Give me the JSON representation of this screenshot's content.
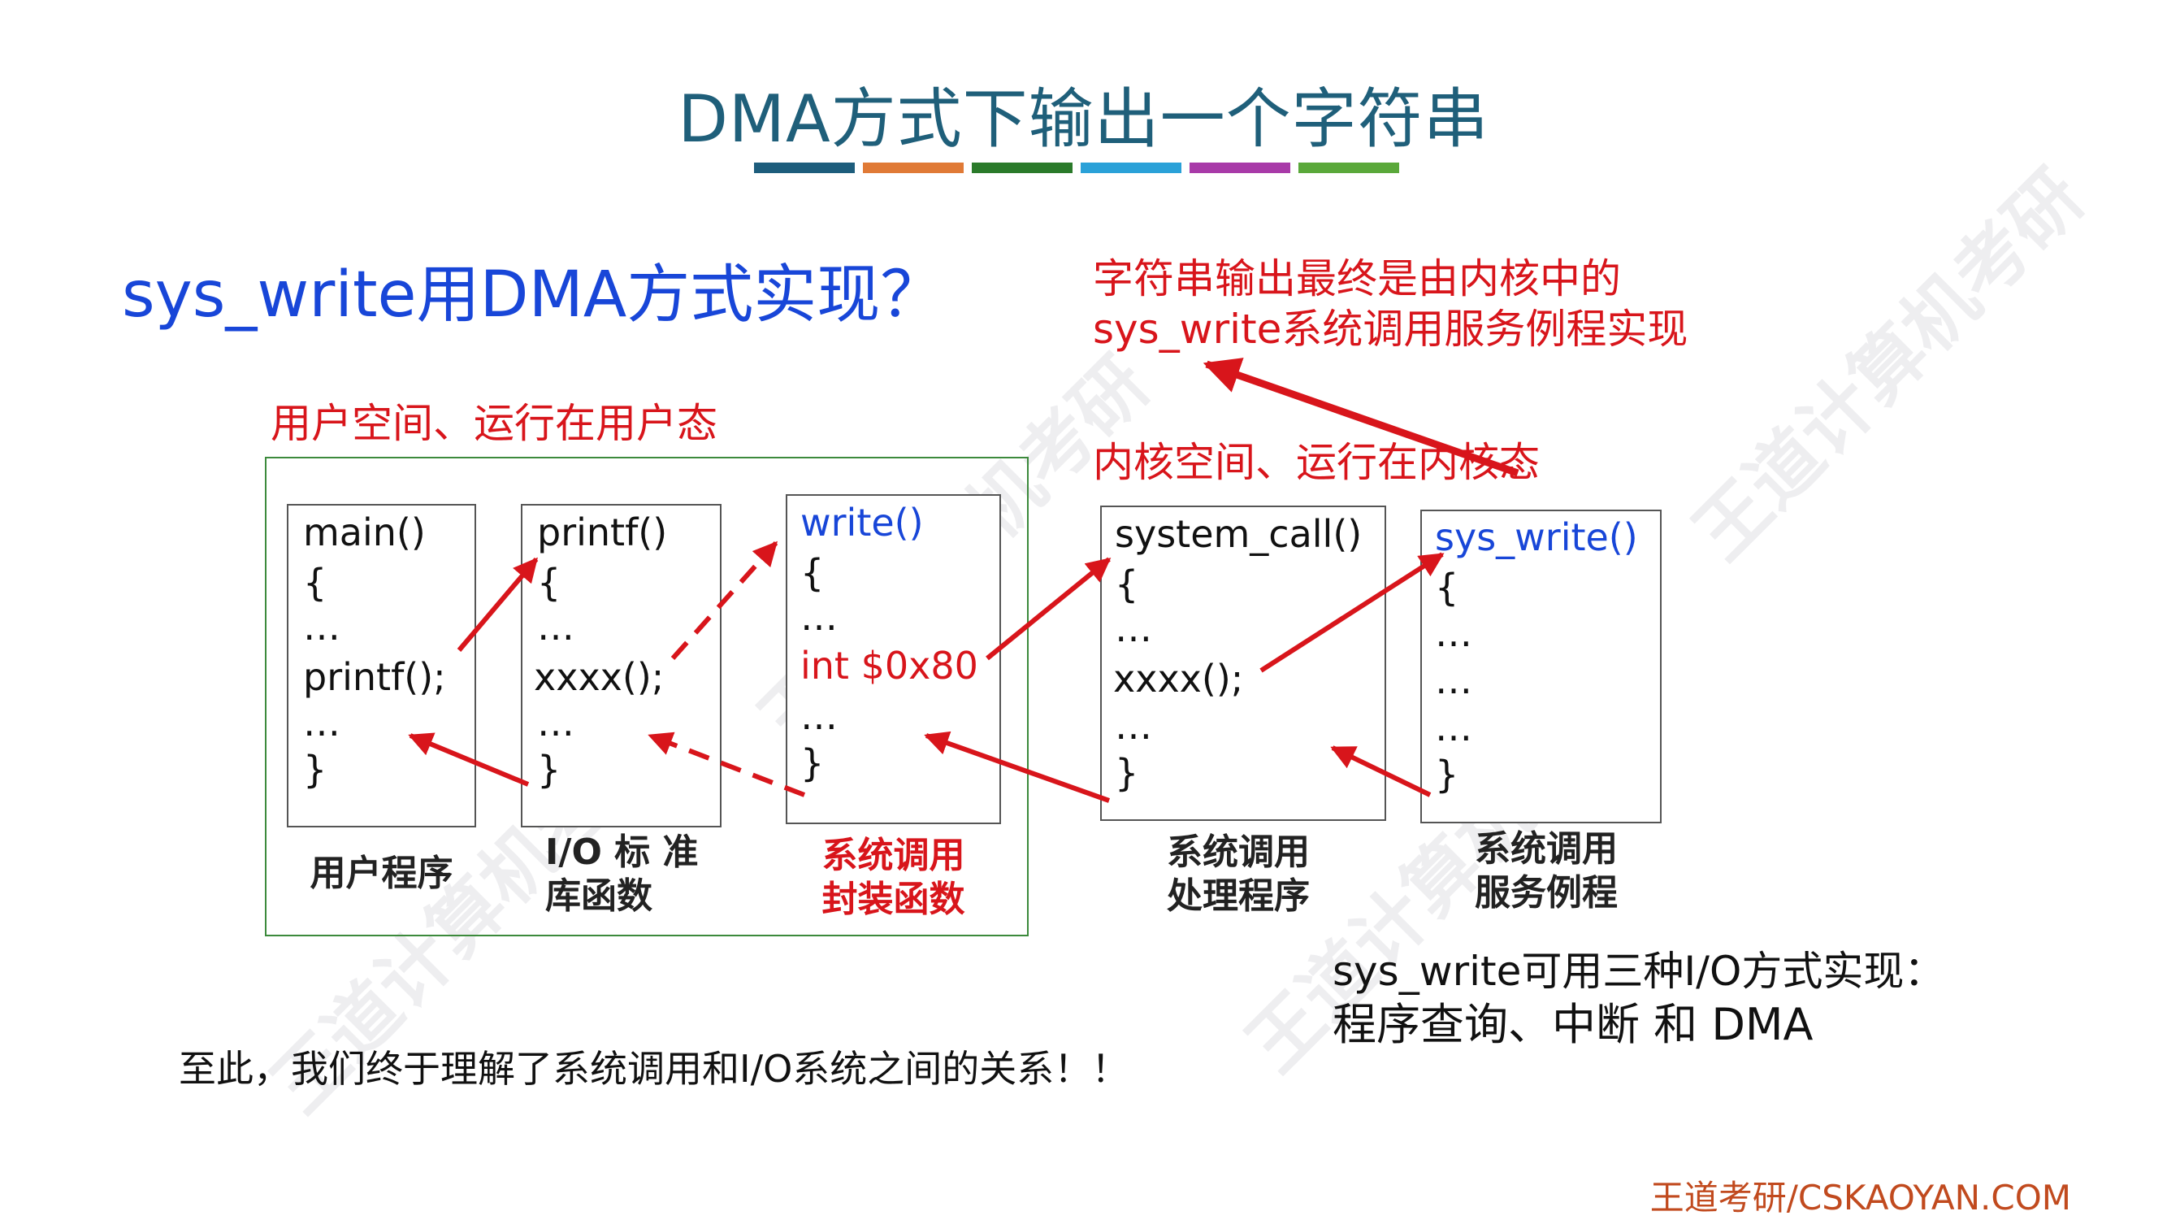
{
  "title": "DMA方式下输出一个字符串",
  "stripe_colors": [
    "#1d5d7c",
    "#e07a36",
    "#2a7a2a",
    "#2aa1d8",
    "#a83aa8",
    "#5aa83a"
  ],
  "question": "sys_write用DMA方式实现？",
  "annotations": {
    "kernel_note_line1": "字符串输出最终是由内核中的",
    "kernel_note_line2": "sys_write系统调用服务例程实现",
    "user_space": "用户空间、运行在用户态",
    "kernel_space": "内核空间、运行在内核态"
  },
  "boxes": [
    {
      "lines": [
        "main()",
        "{",
        "…",
        "printf();",
        "…",
        "}"
      ],
      "caption": [
        "用户程序"
      ]
    },
    {
      "lines": [
        "printf()",
        "{",
        "…",
        "xxxx();",
        "…",
        "}"
      ],
      "caption": [
        "I/O 标 准",
        "库函数"
      ]
    },
    {
      "lines": [
        "write()",
        "{",
        "…",
        "int $0x80",
        "…",
        "}"
      ],
      "caption": [
        "系统调用",
        "封装函数"
      ]
    },
    {
      "lines": [
        "system_call()",
        "{",
        "…",
        "xxxx();",
        "…",
        "}"
      ],
      "caption": [
        "系统调用",
        "处理程序"
      ]
    },
    {
      "lines": [
        "sys_write()",
        "{",
        "…",
        "…",
        "…",
        "}"
      ],
      "caption": [
        "系统调用",
        "服务例程"
      ]
    }
  ],
  "dma_note_line1": "sys_write可用三种I/O方式实现：",
  "dma_note_line2": "程序查询、中断  和  DMA",
  "conclusion": "至此，我们终于理解了系统调用和I/O系统之间的关系！！",
  "footer": "王道考研/CSKAOYAN.COM",
  "watermark": "王道计算机考研",
  "colors": {
    "title": "#1f5f7a",
    "accent_red": "#d8151b",
    "accent_blue": "#1846d8",
    "footer": "#c14a1e"
  }
}
